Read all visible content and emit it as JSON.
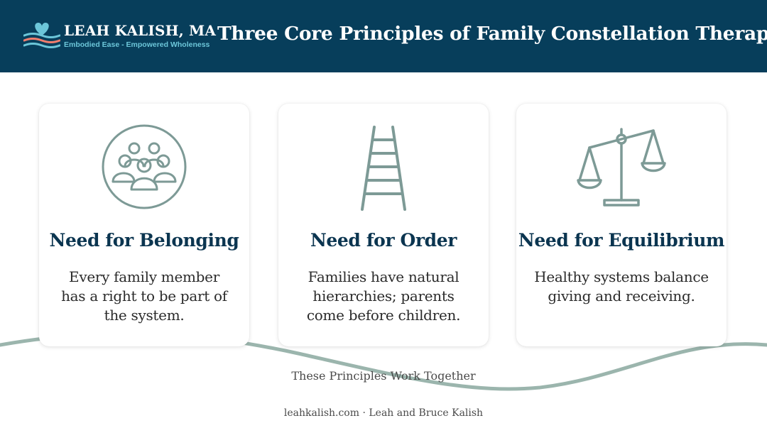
{
  "header": {
    "brand_name": "LEAH KALISH, MA",
    "brand_tagline": "Embodied Ease - Empowered Wholeness",
    "title": "Three Core Principles of Family Constellation Therapy"
  },
  "cards": [
    {
      "icon": "family-group-icon",
      "title": "Need for Belonging",
      "description": "Every family member has a right to be part of the system."
    },
    {
      "icon": "ladder-icon",
      "title": "Need for Order",
      "description": "Families have natural hierarchies; parents come before children."
    },
    {
      "icon": "balance-scale-icon",
      "title": "Need for Equilibrium",
      "description": "Healthy systems balance giving and receiving."
    }
  ],
  "connector_text": "These Principles Work Together",
  "footer": "leahkalish.com · Leah and Bruce Kalish",
  "colors": {
    "header_bg": "#073e5b",
    "accent_teal": "#6cc6d9",
    "logo_coral": "#f07e6e",
    "icon_sage": "#7d9a96",
    "wave_sage": "#9bb5ad",
    "title_navy": "#0b3550"
  }
}
